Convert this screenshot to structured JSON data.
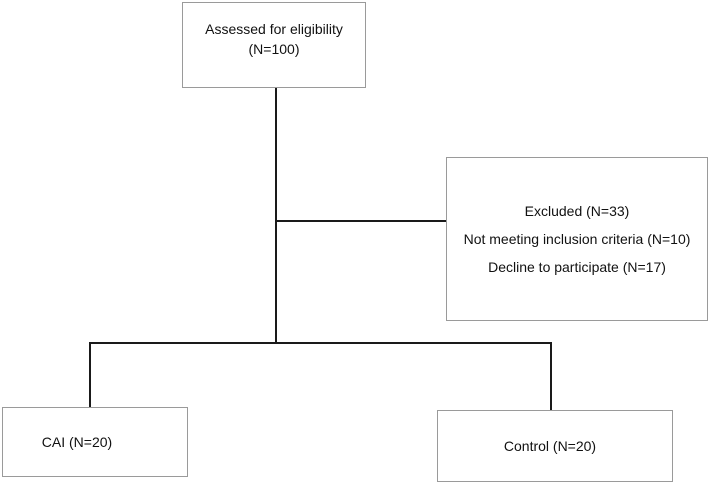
{
  "eligibility": {
    "line1": "Assessed for eligibility",
    "line2": "(N=100)"
  },
  "excluded": {
    "title": "Excluded (N=33)",
    "reason1": "Not meeting inclusion criteria (N=10)",
    "reason2": "Decline to participate (N=17)"
  },
  "groups": {
    "cai": "CAI (N=20)",
    "control": "Control (N=20)"
  },
  "colors": {
    "box_border": "#9a9a9a",
    "connector": "#1a1a1a"
  }
}
